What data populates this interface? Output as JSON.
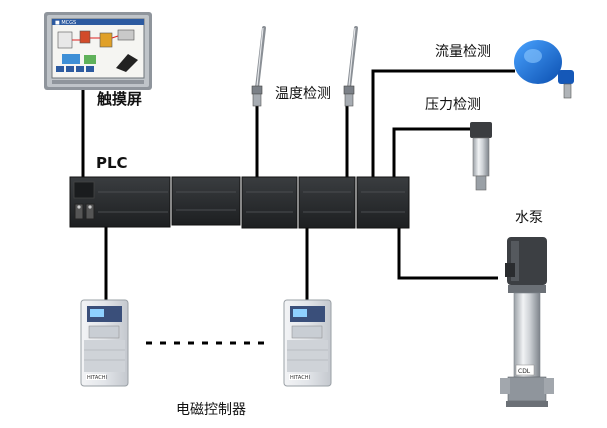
{
  "labels": {
    "hmi": "触摸屏",
    "plc": "PLC",
    "temperature": "温度检测",
    "flow": "流量检测",
    "pressure": "压力检测",
    "pump": "水泵",
    "controller": "电磁控制器"
  },
  "hmi_screen": {
    "brand": "■ MCGS"
  },
  "inverter_tag": "HITACHI",
  "pump_tag": "CDL",
  "colors": {
    "wire": "#000000",
    "plc_body": "#2b2d2f",
    "inverter_body": "#d9dde2",
    "flowmeter": "#1c6fd6"
  }
}
